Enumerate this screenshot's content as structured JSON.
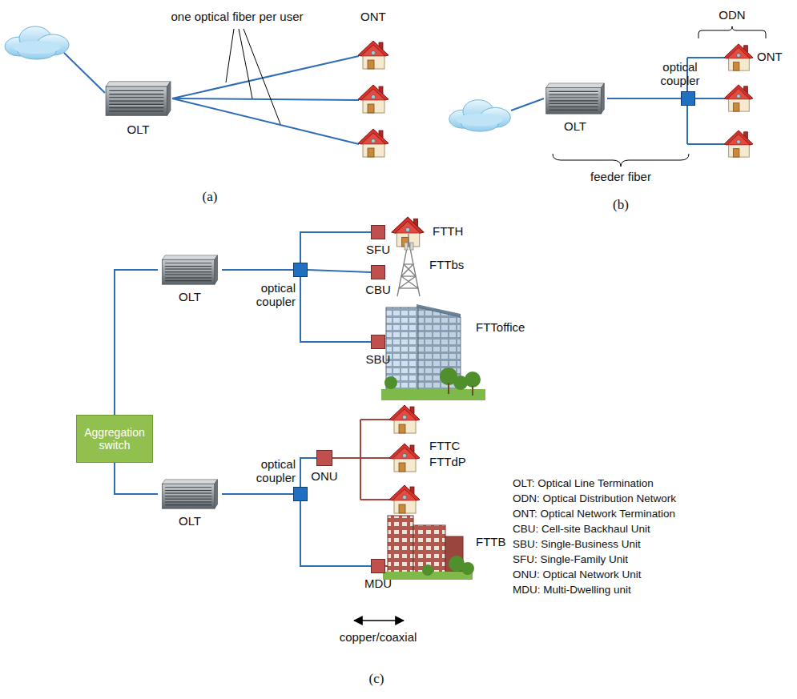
{
  "diagram": {
    "nodes": [
      {
        "text": [
          "OLT"
        ]
      },
      {
        "text": [
          "OLT"
        ]
      },
      {
        "text": [
          "optical coupler"
        ]
      },
      {
        "text": [
          "Aggregation switch"
        ]
      },
      {
        "text": [
          "OLT"
        ]
      },
      {
        "text": [
          "optical coupler"
        ]
      },
      {
        "text": [
          "SFU"
        ]
      },
      {
        "text": [
          "CBU"
        ]
      },
      {
        "text": [
          "SBU"
        ]
      },
      {
        "text": [
          "OLT"
        ]
      },
      {
        "text": [
          "optical coupler"
        ]
      },
      {
        "text": [
          "ONU"
        ]
      },
      {
        "text": [
          "MDU"
        ]
      }
    ],
    "edges": [
      {
        "from": 1,
        "to": 2,
        "arrow": "none"
      },
      {
        "from": 3,
        "to": 4,
        "arrow": "none"
      },
      {
        "from": 4,
        "to": 5,
        "arrow": "none"
      },
      {
        "from": 5,
        "to": 6,
        "arrow": "none"
      },
      {
        "from": 5,
        "to": 7,
        "arrow": "none"
      },
      {
        "from": 5,
        "to": 8,
        "arrow": "none"
      },
      {
        "from": 3,
        "to": 9,
        "arrow": "none"
      },
      {
        "from": 9,
        "to": 10,
        "arrow": "none"
      },
      {
        "from": 10,
        "to": 11,
        "arrow": "none"
      },
      {
        "from": 10,
        "to": 12,
        "arrow": "none"
      }
    ],
    "labels": [
      "one optical fiber per user",
      "ONT",
      "(a)",
      "ODN",
      "ONT",
      "feeder fiber",
      "(b)",
      "FTTH",
      "FTTbs",
      "FTToffice",
      "FTTC",
      "FTTdP",
      "FTTB",
      "copper/coaxial",
      "(c)",
      "OLT: Optical Line Termination",
      "ODN: Optical Distribution Network",
      "ONT: Optical Network Termination",
      "CBU: Cell-site Backhaul Unit",
      "SBU: Single-Business Unit",
      "SFU: Single-Family Unit",
      "ONU: Optical Network Unit",
      "MDU: Multi-Dwelling unit"
    ]
  }
}
